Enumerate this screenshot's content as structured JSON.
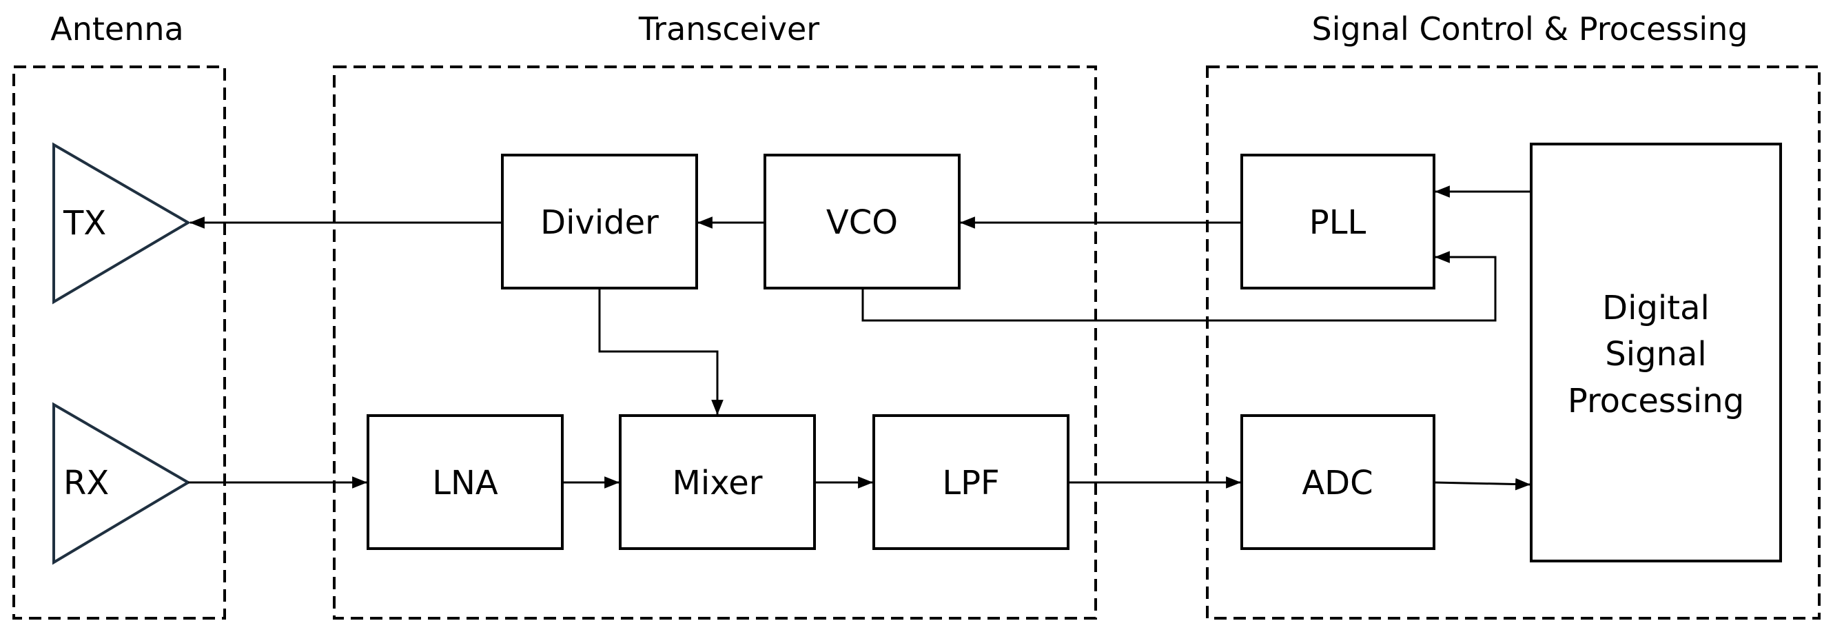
{
  "groups": {
    "antenna": "Antenna",
    "transceiver": "Transceiver",
    "signal_control": "Signal Control & Processing"
  },
  "antenna": {
    "tx": "TX",
    "rx": "RX"
  },
  "blocks": {
    "divider": "Divider",
    "vco": "VCO",
    "pll": "PLL",
    "lna": "LNA",
    "mixer": "Mixer",
    "lpf": "LPF",
    "adc": "ADC",
    "dsp_line1": "Digital",
    "dsp_line2": "Signal",
    "dsp_line3": "Processing"
  },
  "colors": {
    "line": "#000000",
    "amp_outline": "#1f3040",
    "background": "#ffffff"
  }
}
